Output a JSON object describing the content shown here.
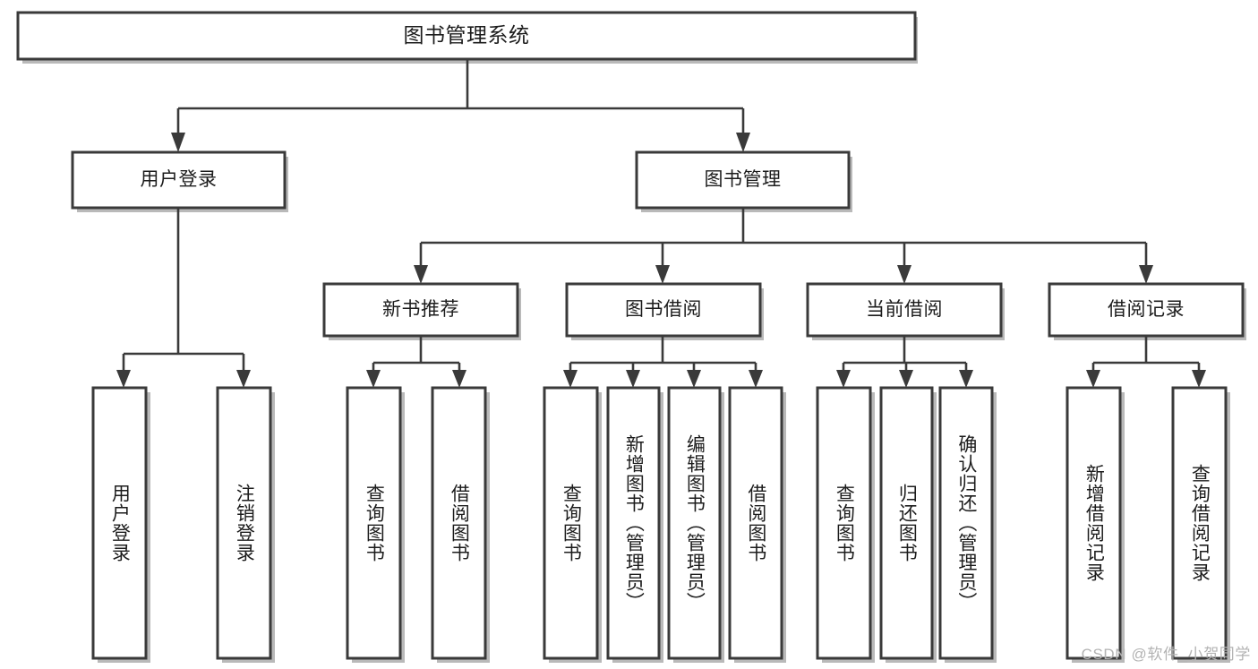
{
  "diagram": {
    "type": "tree-hierarchy",
    "title": "图书管理系统",
    "watermark": "CSDN @软件_小贺同学",
    "colors": {
      "box_stroke": "#3a3a3a",
      "box_fill": "#ffffff",
      "text": "#1c1c1c",
      "connector": "#3a3a3a",
      "shadow": "#b9b9b9",
      "watermark": "#b3b3b3",
      "background": "#ffffff"
    },
    "levels": {
      "root": "图书管理系统",
      "level2": [
        "用户登录",
        "图书管理"
      ],
      "level3": [
        "新书推荐",
        "图书借阅",
        "当前借阅",
        "借阅记录"
      ],
      "leaves": [
        "用户登录",
        "注销登录",
        "查询图书",
        "借阅图书",
        "查询图书",
        "新增图书（管理员）",
        "编辑图书（管理员）",
        "借阅图书",
        "查询图书",
        "归还图书",
        "确认归还（管理员）",
        "新增借阅记录",
        "查询借阅记录"
      ]
    },
    "nodes": {
      "root": {
        "label": "图书管理系统"
      },
      "user_login": {
        "label": "用户登录"
      },
      "book_mgmt": {
        "label": "图书管理"
      },
      "new_book_rec": {
        "label": "新书推荐"
      },
      "book_borrow": {
        "label": "图书借阅"
      },
      "current_borrow": {
        "label": "当前借阅"
      },
      "borrow_record": {
        "label": "借阅记录"
      },
      "leaf_user_login": {
        "label": "用户登录"
      },
      "leaf_logout": {
        "label": "注销登录"
      },
      "leaf_query_book_a": {
        "label": "查询图书"
      },
      "leaf_borrow_book_a": {
        "label": "借阅图书"
      },
      "leaf_query_book_b": {
        "label": "查询图书"
      },
      "leaf_add_book": {
        "label": "新增图书（管理员）"
      },
      "leaf_edit_book": {
        "label": "编辑图书（管理员）"
      },
      "leaf_borrow_book_b": {
        "label": "借阅图书"
      },
      "leaf_query_book_c": {
        "label": "查询图书"
      },
      "leaf_return_book": {
        "label": "归还图书"
      },
      "leaf_confirm_return": {
        "label": "确认归还（管理员）"
      },
      "leaf_add_record": {
        "label": "新增借阅记录"
      },
      "leaf_query_record": {
        "label": "查询借阅记录"
      }
    }
  }
}
